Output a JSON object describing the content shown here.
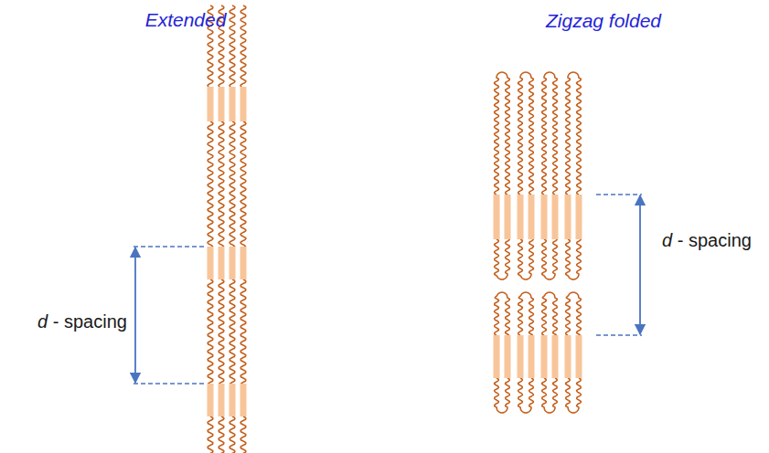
{
  "diagram": {
    "labels": [
      "Extended",
      "Zigzag folded",
      "d - spacing",
      "d - spacing"
    ]
  }
}
